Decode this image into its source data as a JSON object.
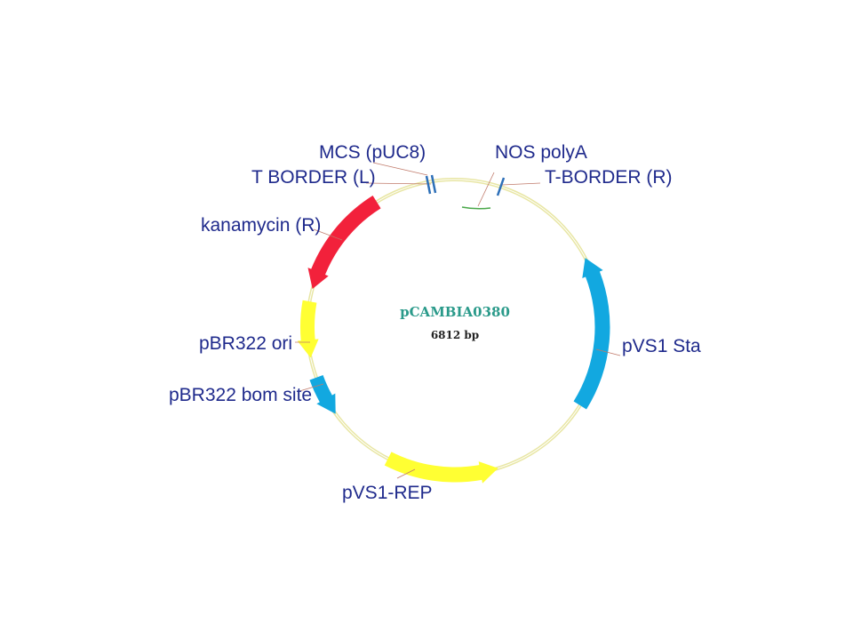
{
  "plasmid": {
    "name": "pCAMBIA0380",
    "size": "6812 bp"
  },
  "features": {
    "mcs": {
      "label": "MCS (pUC8)",
      "color": "#2d6fb8"
    },
    "t_border_l": {
      "label": "T BORDER (L)",
      "color": "#2d6fb8"
    },
    "nos_polya": {
      "label": "NOS polyA",
      "color": "#4aa84a"
    },
    "t_border_r": {
      "label": "T-BORDER (R)",
      "color": "#2d6fb8"
    },
    "kanamycin": {
      "label": "kanamycin (R)",
      "color": "#f2213b"
    },
    "pbr322_ori": {
      "label": "pBR322 ori",
      "color": "#ffff33"
    },
    "pbr322_bom": {
      "label": "pBR322 bom site",
      "color": "#12a8e0"
    },
    "pvs1_rep": {
      "label": "pVS1-REP",
      "color": "#ffff33"
    },
    "pvs1_sta": {
      "label": "pVS1 Sta",
      "color": "#12a8e0"
    }
  },
  "colors": {
    "backbone": "#e8e6a4",
    "label_text": "#1f2a8c",
    "name_text": "#2a9a8a",
    "leader_line": "#c07a6a"
  }
}
